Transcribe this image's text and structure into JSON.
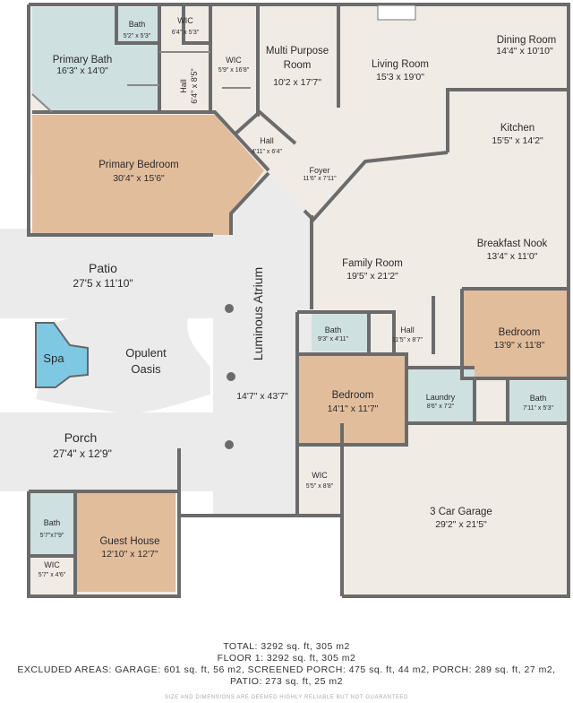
{
  "rooms": {
    "primary_bath": {
      "name": "Primary Bath",
      "dim": "16'3\" x 14'0\""
    },
    "bath_top": {
      "name": "Bath",
      "dim": "5'2\" x 5'3\""
    },
    "wic_top1": {
      "name": "WIC",
      "dim": "6'4\" x 5'3\""
    },
    "wic_top2": {
      "name": "WIC",
      "dim": "5'9\" x 16'8\""
    },
    "hall_top": {
      "name": "Hall",
      "dim": "6'4\" x 8'5\""
    },
    "multi_purpose": {
      "name1": "Multi Purpose",
      "name2": "Room",
      "dim": "10'2 x 17'7\""
    },
    "living_room": {
      "name": "Living Room",
      "dim": "15'3 x 19'0\""
    },
    "dining_room": {
      "name": "Dining Room",
      "dim": "14'4\" x 10'10\""
    },
    "primary_bedroom": {
      "name": "Primary Bedroom",
      "dim": "30'4\" x 15'6\""
    },
    "hall_mid": {
      "name": "Hall",
      "dim": "4'11\" x 6'4\""
    },
    "foyer": {
      "name": "Foyer",
      "dim": "11'6\" x 7'11\""
    },
    "kitchen": {
      "name": "Kitchen",
      "dim": "15'5\" x 14'2\""
    },
    "breakfast_nook": {
      "name": "Breakfast Nook",
      "dim": "13'4\" x 11'0\""
    },
    "family_room": {
      "name": "Family Room",
      "dim": "19'5\" x 21'2\""
    },
    "patio": {
      "name": "Patio",
      "dim": "27'5 x 11'10\""
    },
    "atrium": {
      "name": "Luminous Atrium",
      "dim": "14'7\" x 43'7\""
    },
    "spa": {
      "name": "Spa"
    },
    "oasis": {
      "name1": "Opulent",
      "name2": "Oasis"
    },
    "bath_mid": {
      "name": "Bath",
      "dim": "9'3\" x 4'11\""
    },
    "hall_right": {
      "name": "Hall",
      "dim": "11'5\" x 8'7\""
    },
    "bedroom_right": {
      "name": "Bedroom",
      "dim": "13'9\" x 11'8\""
    },
    "bedroom_center": {
      "name": "Bedroom",
      "dim": "14'1\" x 11'7\""
    },
    "laundry": {
      "name": "Laundry",
      "dim": "8'6\" x 7'2\""
    },
    "bath_right": {
      "name": "Bath",
      "dim": "7'11\" x 5'3\""
    },
    "porch": {
      "name": "Porch",
      "dim": "27'4\" x 12'9\""
    },
    "wic_bottom": {
      "name": "WIC",
      "dim": "5'5\" x 8'8\""
    },
    "garage": {
      "name": "3 Car Garage",
      "dim": "29'2\" x 21'5\""
    },
    "bath_guest": {
      "name": "Bath",
      "dim": "5'7\"x7'9\""
    },
    "wic_guest": {
      "name": "WIC",
      "dim": "5'7\" x 4'6\""
    },
    "guest_house": {
      "name": "Guest House",
      "dim": "12'10\" x 12'7\""
    }
  },
  "footer": {
    "line1": "TOTAL: 3292 sq. ft, 305 m2",
    "line2": "FLOOR 1: 3292 sq. ft, 305 m2",
    "line3": "EXCLUDED AREAS: GARAGE: 601 sq. ft, 56 m2, SCREENED PORCH: 475 sq. ft, 44 m2, PORCH: 289 sq. ft, 27 m2,",
    "line4": "PATIO: 273 sq. ft, 25 m2",
    "disclaimer": "SIZE AND DIMENSIONS ARE DEEMED HIGHLY RELIABLE BUT NOT GUARANTEED"
  },
  "colors": {
    "wall": "#6b6b6b",
    "floor": "#f1ebe6",
    "bedroom": "#e2bd9c",
    "bath": "#cfe0e0",
    "outdoor": "#ebebeb",
    "spa": "#7ec8e3"
  }
}
